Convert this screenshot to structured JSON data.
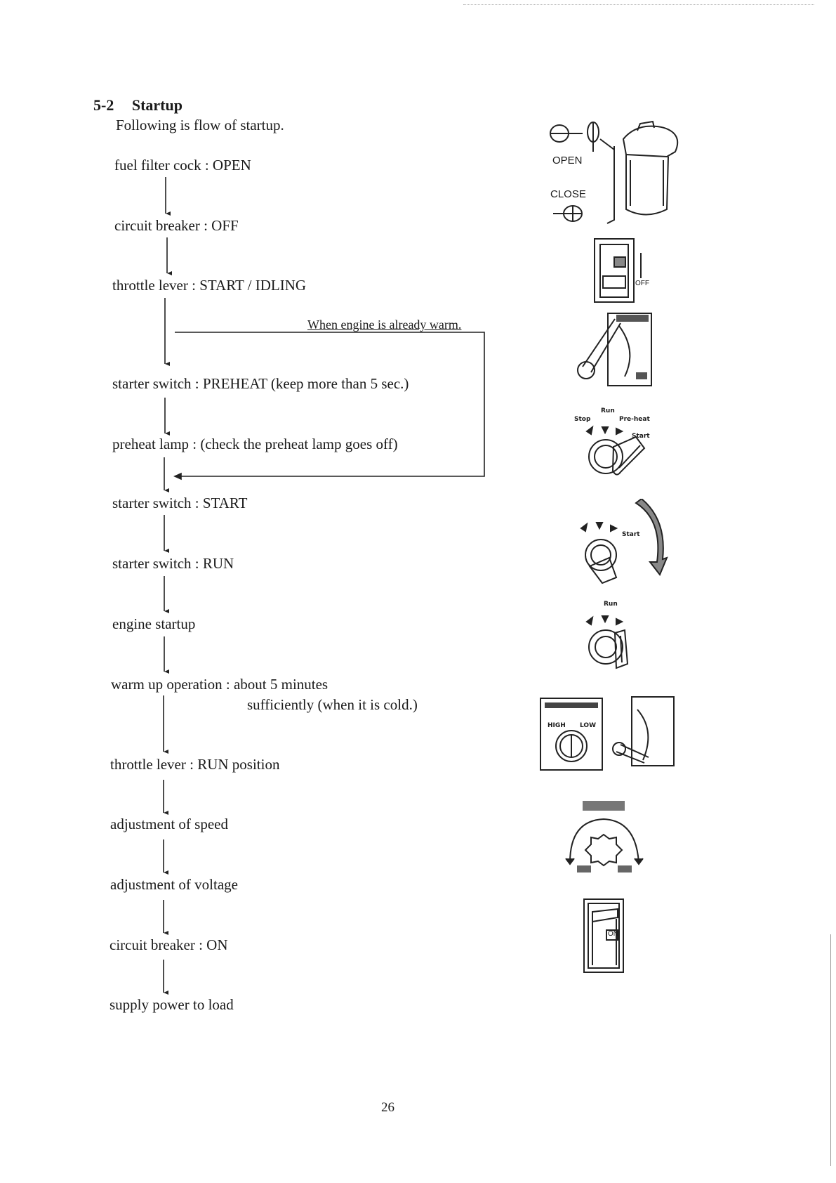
{
  "section": {
    "number": "5-2",
    "title": "Startup",
    "intro": "Following is flow of startup."
  },
  "steps": [
    "fuel filter cock : OPEN",
    "circuit breaker : OFF",
    "throttle lever : START / IDLING",
    "starter switch : PREHEAT (keep more than 5 sec.)",
    "preheat lamp : (check the preheat lamp goes off)",
    "starter switch : START",
    "starter switch : RUN",
    "engine startup",
    "warm up operation : about 5 minutes",
    "throttle lever : RUN position",
    "adjustment of speed",
    "adjustment of voltage",
    "circuit breaker : ON",
    "supply power to load"
  ],
  "warmup_continuation": "sufficiently (when it is cold.)",
  "bypass_note": "When engine is already warm.",
  "figures": {
    "fuel_cock": {
      "open_label": "OPEN",
      "close_label": "CLOSE"
    },
    "breaker_off": {
      "label": "OFF"
    },
    "starter_preheat": {
      "run": "Run",
      "stop": "Stop",
      "preheat": "Pre-heat",
      "start": "Start"
    },
    "starter_start": {
      "start": "Start"
    },
    "starter_run": {
      "run": "Run"
    },
    "speed_panel": {
      "high": "HIGH",
      "low": "LOW"
    },
    "breaker_on": {
      "label": "ON"
    }
  },
  "page_number": "26"
}
